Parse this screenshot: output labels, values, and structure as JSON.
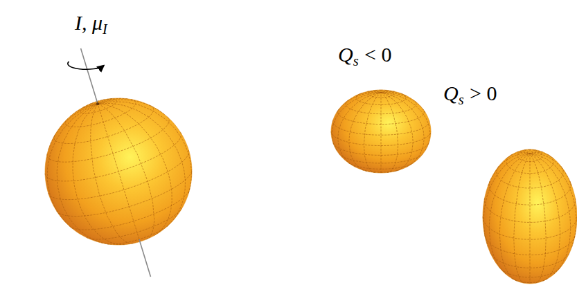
{
  "diagram": {
    "labels": [
      "I, μ",
      "I",
      "Q",
      "s",
      "< 0",
      "Q",
      "s",
      "> 0"
    ]
  }
}
